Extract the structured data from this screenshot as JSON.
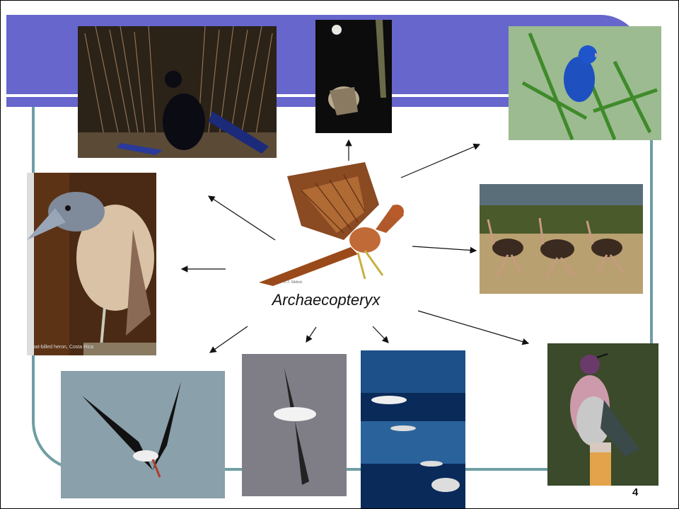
{
  "slide": {
    "center_label": "Archaecopteryx",
    "page_number": "4",
    "photo_credit_small": "Boat-billed heron, Costa Rica",
    "art_credit_small": "© J. Sibbick"
  },
  "images": [
    {
      "id": "bowerbird",
      "subject": "satin bowerbird at bower"
    },
    {
      "id": "owl",
      "subject": "owl flying at night with moon"
    },
    {
      "id": "bunting",
      "subject": "indigo bunting on plant"
    },
    {
      "id": "heron",
      "subject": "boat-billed heron"
    },
    {
      "id": "ostriches",
      "subject": "running ostriches"
    },
    {
      "id": "skimmer",
      "subject": "black skimmer over water"
    },
    {
      "id": "albatross",
      "subject": "albatross gliding over sea"
    },
    {
      "id": "penguins",
      "subject": "penguins swimming underwater"
    },
    {
      "id": "hummingbird",
      "subject": "hummingbird perched on pencil"
    },
    {
      "id": "archaeopteryx",
      "subject": "Archaeopteryx illustration"
    }
  ],
  "colors": {
    "header_band": "#6666cc",
    "frame": "#6f9ea3"
  }
}
